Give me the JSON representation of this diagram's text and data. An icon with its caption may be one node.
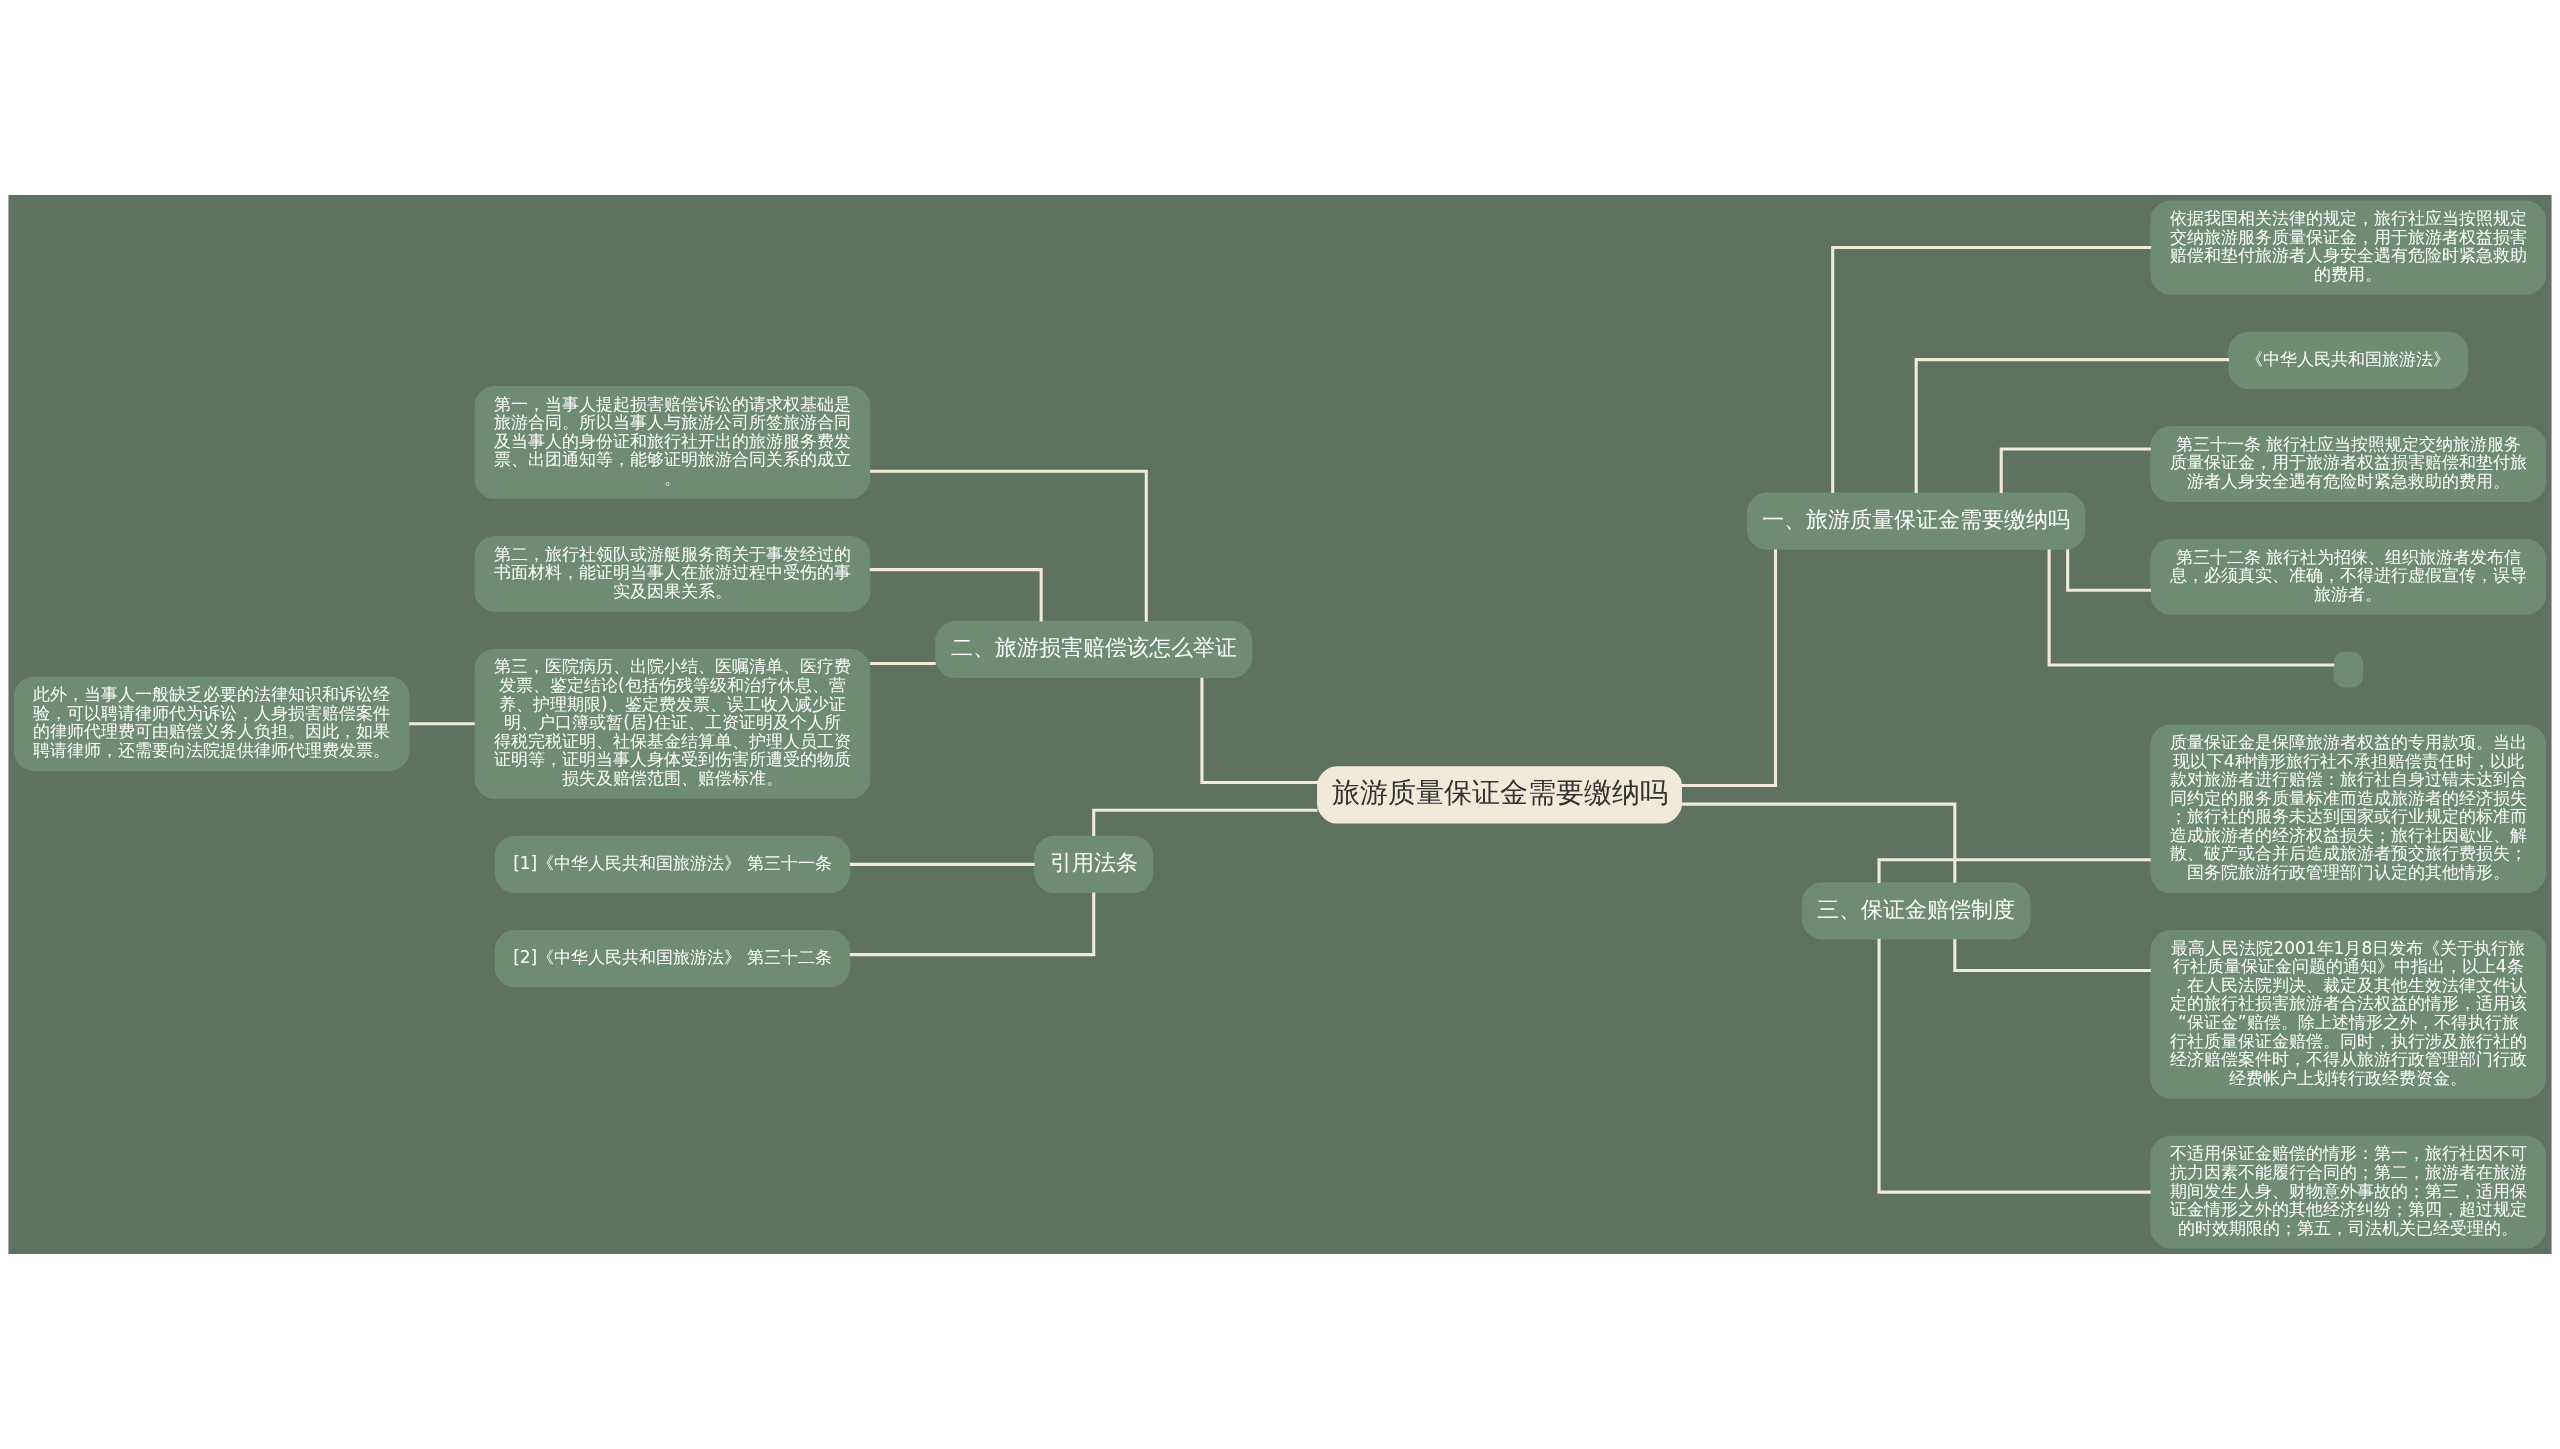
{
  "diagram": {
    "nodes": [
      {
        "text": [
          "旅游质量保证金需要缴纳吗"
        ]
      },
      {
        "text": [
          "一、旅游质量保证金需要缴纳吗"
        ]
      },
      {
        "text": [
          "依据我国相关法律的规定，旅行社应当按照规定交纳旅游服务质量保证金，用于旅游者权益损害赔偿和垫付旅游者人身安全遇有危险时紧急救助的费用。"
        ]
      },
      {
        "text": [
          "《中华人民共和国旅游法》"
        ]
      },
      {
        "text": [
          "第三十一条 旅行社应当按照规定交纳旅游服务质量保证金，用于旅游者权益损害赔偿和垫付旅游者人身安全遇有危险时紧急救助的费用。"
        ]
      },
      {
        "text": [
          "第三十二条 旅行社为招徕、组织旅游者发布信息，必须真实、准确，不得进行虚假宣传，误导旅游者。"
        ]
      },
      {
        "text": [],
        "shape": "box"
      },
      {
        "text": [
          "三、保证金赔偿制度"
        ]
      },
      {
        "text": [
          "质量保证金是保障旅游者权益的专用款项。当出现以下4种情形旅行社不承担赔偿责任时，以此款对旅游者进行赔偿：旅行社自身过错未达到合同约定的服务质量标准而造成旅游者的经济损失；旅行社的服务未达到国家或行业规定的标准而造成旅游者的经济权益损失；旅行社因歇业、解散、破产或合并后造成旅游者预交旅行费损失；国务院旅游行政管理部门认定的其他情形。"
        ]
      },
      {
        "text": [
          "最高人民法院2001年1月8日发布《关于执行旅行社质量保证金问题的通知》中指出，以上4条，在人民法院判决、裁定及其他生效法律文件认定的旅行社损害旅游者合法权益的情形，适用该“保证金”赔偿。除上述情形之外，不得执行旅行社质量保证金赔偿。同时，执行涉及旅行社的经济赔偿案件时，不得从旅游行政管理部门行政经费帐户上划转行政经费资金。"
        ]
      },
      {
        "text": [
          "不适用保证金赔偿的情形：第一，旅行社因不可抗力因素不能履行合同的；第二，旅游者在旅游期间发生人身、财物意外事故的；第三，适用保证金情形之外的其他经济纠纷；第四，超过规定的时效期限的；第五，司法机关已经受理的。"
        ]
      },
      {
        "text": [
          "二、旅游损害赔偿该怎么举证"
        ]
      },
      {
        "text": [
          "第一，当事人提起损害赔偿诉讼的请求权基础是旅游合同。所以当事人与旅游公司所签旅游合同及当事人的身份证和旅行社开出的旅游服务费发票、出团通知等，能够证明旅游合同关系的成立。"
        ]
      },
      {
        "text": [
          "第二，旅行社领队或游艇服务商关于事发经过的书面材料，能证明当事人在旅游过程中受伤的事实及因果关系。"
        ]
      },
      {
        "text": [
          "第三，医院病历、出院小结、医嘱清单、医疗费发票、鉴定结论(包括伤残等级和治疗休息、营养、护理期限)、鉴定费发票、误工收入减少证明、户口簿或暂(居)住证、工资证明及个人所得税完税证明、社保基金结算单、护理人员工资证明等，证明当事人身体受到伤害所遭受的物质损失及赔偿范围、赔偿标准。"
        ]
      },
      {
        "text": [
          "此外，当事人一般缺乏必要的法律知识和诉讼经验，可以聘请律师代为诉讼，人身损害赔偿案件的律师代理费可由赔偿义务人负担。因此，如果聘请律师，还需要向法院提供律师代理费发票。"
        ]
      },
      {
        "text": [
          "引用法条"
        ]
      },
      {
        "text": [
          "[1]《中华人民共和国旅游法》 第三十一条"
        ]
      },
      {
        "text": [
          "[2]《中华人民共和国旅游法》 第三十二条"
        ]
      }
    ],
    "edges": [
      {
        "from": 0,
        "to": 1,
        "arrow": "none"
      },
      {
        "from": 1,
        "to": 2,
        "arrow": "none"
      },
      {
        "from": 1,
        "to": 3,
        "arrow": "none"
      },
      {
        "from": 1,
        "to": 4,
        "arrow": "none"
      },
      {
        "from": 1,
        "to": 5,
        "arrow": "none"
      },
      {
        "from": 1,
        "to": 6,
        "arrow": "none"
      },
      {
        "from": 0,
        "to": 7,
        "arrow": "none"
      },
      {
        "from": 7,
        "to": 8,
        "arrow": "none"
      },
      {
        "from": 7,
        "to": 9,
        "arrow": "none"
      },
      {
        "from": 7,
        "to": 10,
        "arrow": "none"
      },
      {
        "from": 0,
        "to": 11,
        "arrow": "none"
      },
      {
        "from": 11,
        "to": 12,
        "arrow": "none"
      },
      {
        "from": 11,
        "to": 13,
        "arrow": "none"
      },
      {
        "from": 11,
        "to": 14,
        "arrow": "none"
      },
      {
        "from": 14,
        "to": 15,
        "arrow": "none"
      },
      {
        "from": 0,
        "to": 16,
        "arrow": "none"
      },
      {
        "from": 16,
        "to": 17,
        "arrow": "none"
      },
      {
        "from": 16,
        "to": 18,
        "arrow": "none"
      }
    ]
  }
}
